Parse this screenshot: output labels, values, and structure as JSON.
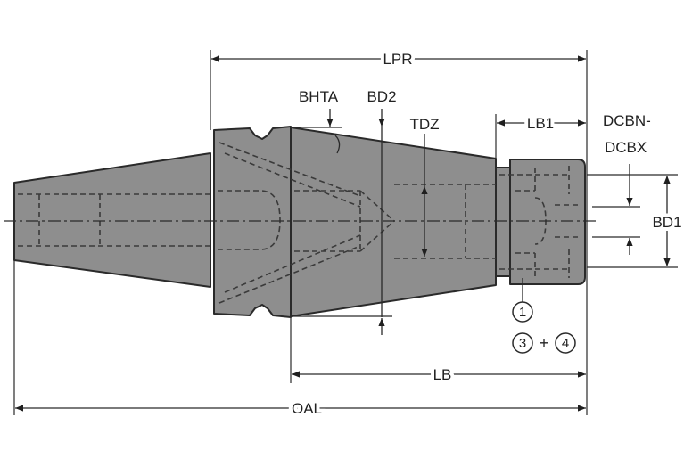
{
  "diagram": {
    "labels": {
      "lpr": "LPR",
      "lb1": "LB1",
      "dcbn": "DCBN-",
      "dcbx": "DCBX",
      "bhta": "BHTA",
      "bd2": "BD2",
      "tdz": "TDZ",
      "bd1": "BD1",
      "lb": "LB",
      "oal": "OAL"
    },
    "callouts": {
      "c1": "1",
      "c3": "3",
      "plus": "+",
      "c4": "4"
    },
    "colors": {
      "body_fill": "#8e8e8e",
      "line": "#2a2a2a",
      "background": "#ffffff"
    }
  }
}
